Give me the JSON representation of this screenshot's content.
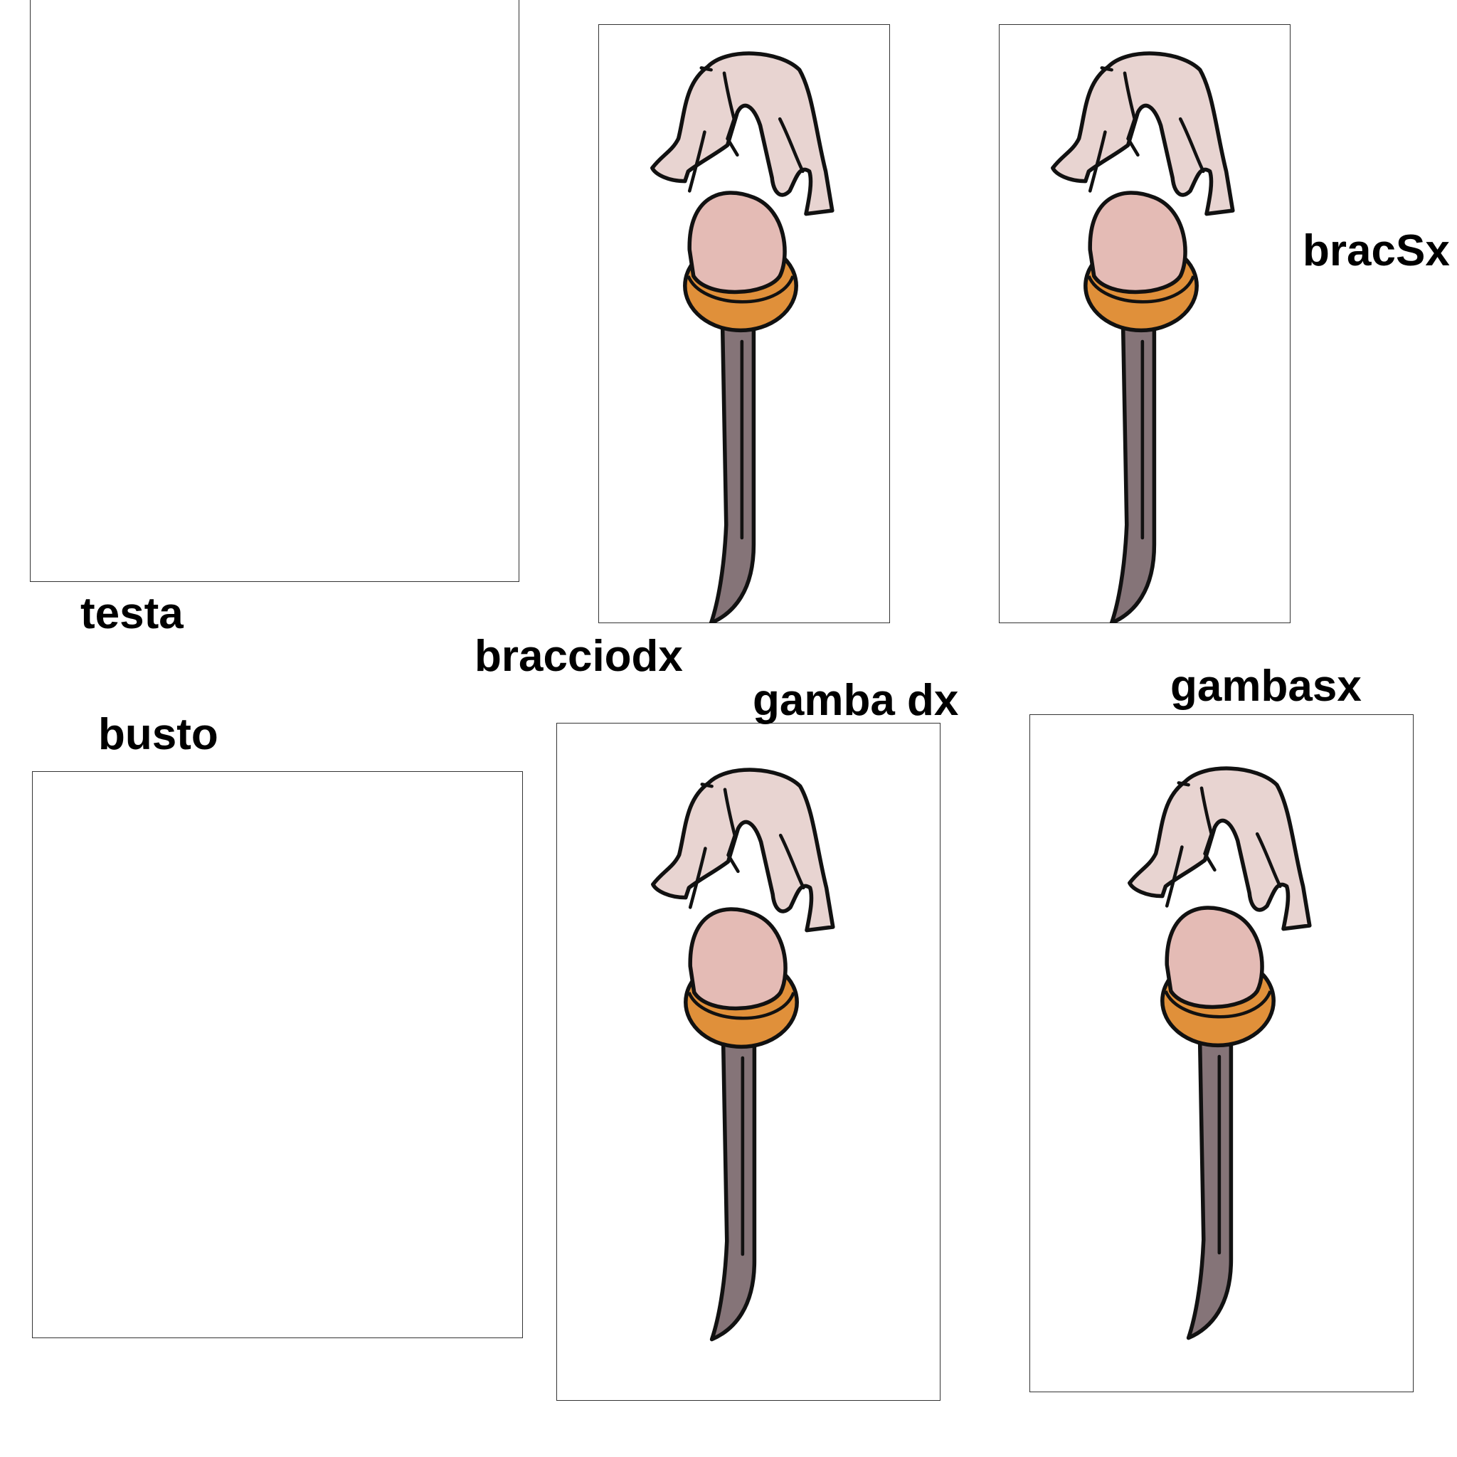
{
  "labels": {
    "testa": "testa",
    "bracciodx": "bracciodx",
    "bracsx": "bracSx",
    "gamba_dx": "gamba dx",
    "gambasx": "gambasx",
    "busto": "busto"
  },
  "colors": {
    "cloth": "#e8d4d1",
    "head": "#e4bbb5",
    "ring": "#e0903a",
    "shaft": "#857478",
    "outline": "#111111",
    "frame_border": "#333333"
  }
}
